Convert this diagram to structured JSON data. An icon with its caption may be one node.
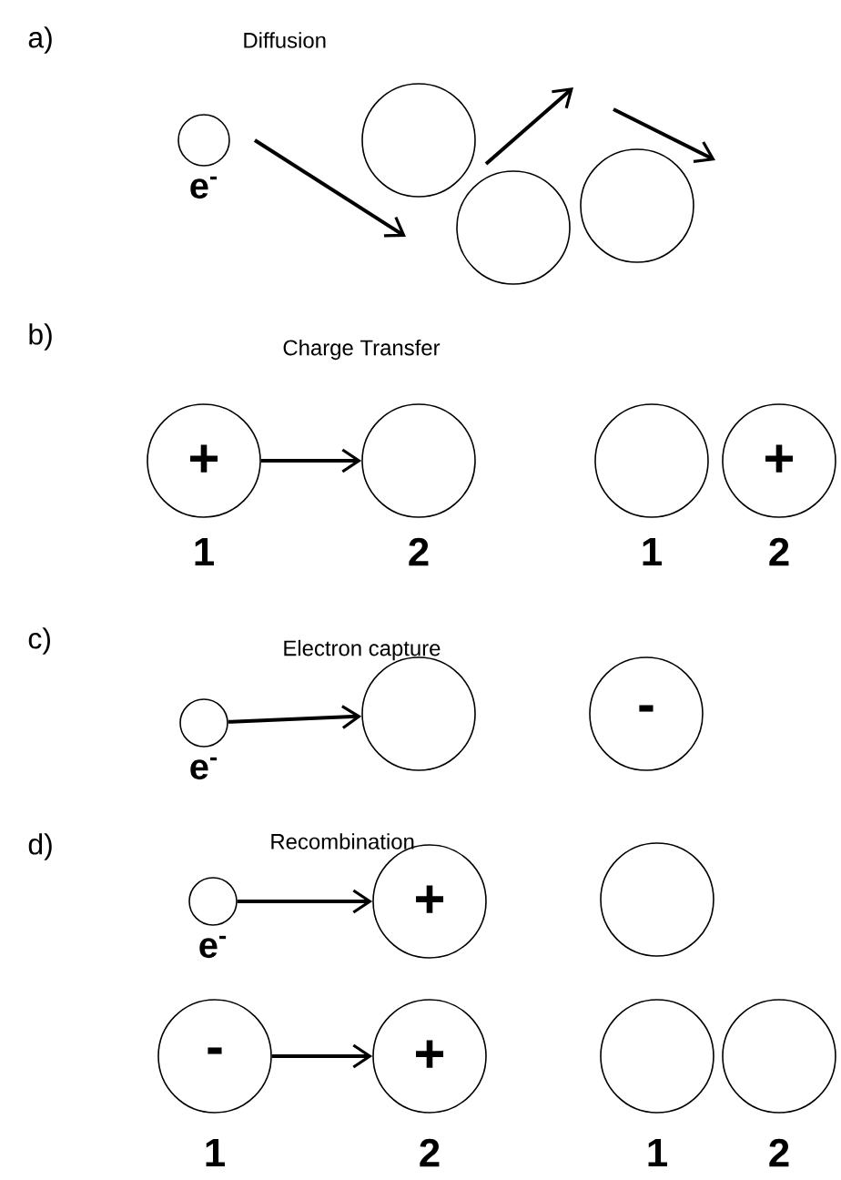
{
  "diagram": {
    "nodes": [
      {
        "text": [],
        "shape": "circle",
        "beside": [
          "e$^{-}$"
        ]
      },
      {
        "text": [],
        "shape": "circle"
      },
      {
        "text": [],
        "shape": "circle"
      },
      {
        "text": [],
        "shape": "circle"
      },
      {
        "text": [
          "+"
        ],
        "beside": [
          "1"
        ]
      },
      {
        "text": [],
        "shape": "circle",
        "beside": [
          "2"
        ]
      },
      {
        "text": [],
        "shape": "circle",
        "beside": [
          "1"
        ]
      },
      {
        "text": [
          "+"
        ],
        "beside": [
          "2"
        ]
      },
      {
        "text": [],
        "shape": "circle",
        "beside": [
          "e$^{-}$"
        ]
      },
      {
        "text": [],
        "shape": "circle"
      },
      {
        "text": [
          "-"
        ]
      },
      {
        "text": [],
        "shape": "circle",
        "beside": [
          "e$^{-}$"
        ]
      },
      {
        "text": [
          "+"
        ]
      },
      {
        "text": [],
        "shape": "circle"
      },
      {
        "text": [
          "-"
        ],
        "beside": [
          "1"
        ]
      },
      {
        "text": [
          "+"
        ],
        "beside": [
          "2"
        ]
      },
      {
        "text": [],
        "shape": "circle",
        "beside": [
          "1"
        ]
      },
      {
        "text": [],
        "shape": "circle",
        "beside": [
          "2"
        ]
      }
    ],
    "edges": [
      {
        "from": 0,
        "to": null,
        "arrow": "to"
      },
      {
        "from": 4,
        "to": 5,
        "arrow": "to"
      },
      {
        "from": 8,
        "to": 9,
        "arrow": "to"
      },
      {
        "from": 11,
        "to": 12,
        "arrow": "to"
      },
      {
        "from": 14,
        "to": 15,
        "arrow": "to"
      }
    ],
    "labels": [
      "a)",
      "Diffusion",
      "b)",
      "Charge Transfer",
      "c)",
      "Electron capture",
      "d)",
      "Recombination"
    ]
  }
}
